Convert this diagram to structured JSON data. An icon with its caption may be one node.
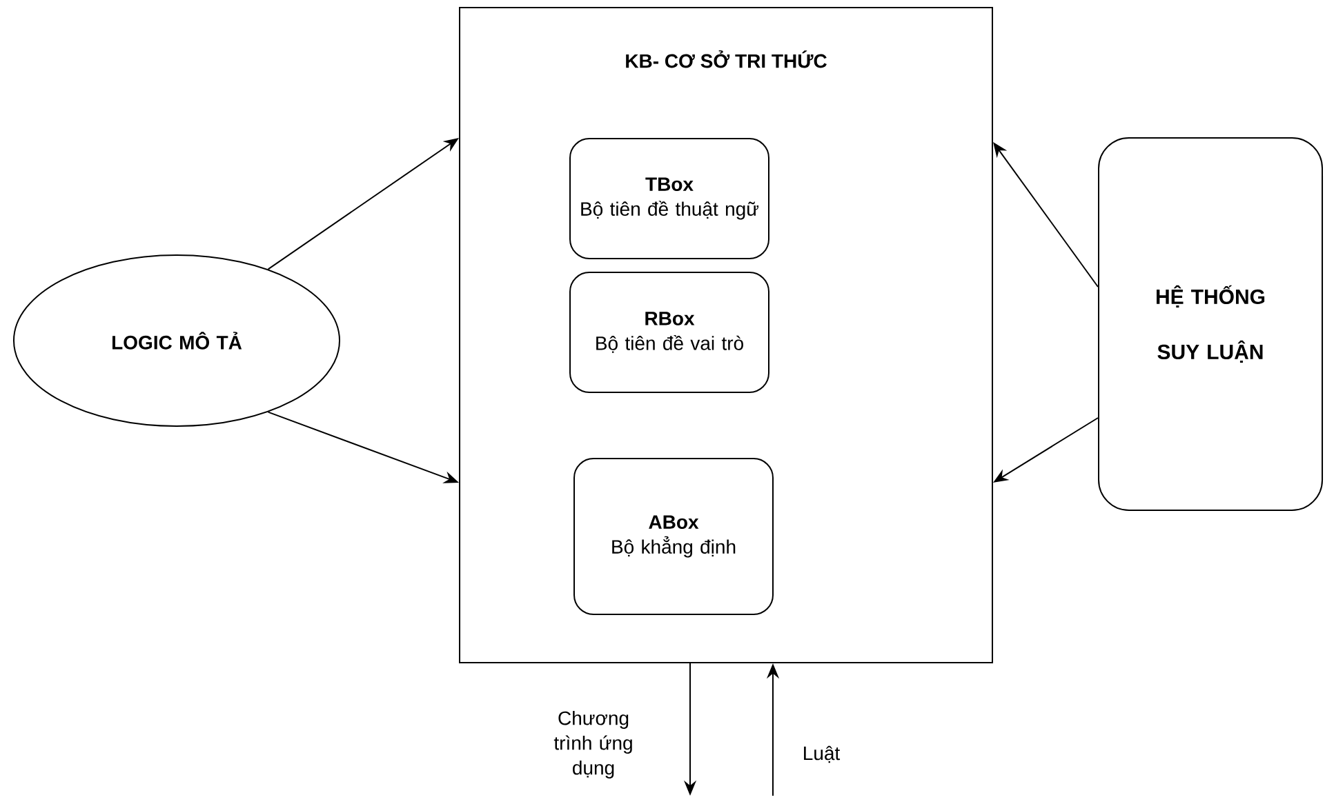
{
  "diagram": {
    "nodes": [
      {
        "text": [
          "KB- CƠ SỞ TRI THỨC"
        ]
      },
      {
        "text": [
          "TBox",
          "Bộ tiên đề thuật ngữ"
        ],
        "in": 0
      },
      {
        "text": [
          "RBox",
          "Bộ tiên đề vai trò"
        ],
        "in": 0
      },
      {
        "text": [
          "ABox",
          "Bộ khẳng định"
        ],
        "in": 0
      },
      {
        "text": [
          "LOGIC MÔ TẢ"
        ]
      },
      {
        "text": [
          "HỆ THỐNG SUY LUẬN"
        ]
      }
    ],
    "edges": [
      {
        "from": 4,
        "to": 0,
        "arrow": "to"
      },
      {
        "from": 4,
        "to": 0,
        "arrow": "to"
      },
      {
        "from": 5,
        "to": 0,
        "arrow": "to"
      },
      {
        "from": 5,
        "to": 0,
        "arrow": "to"
      },
      {
        "from": 0,
        "to": null,
        "arrow": "to",
        "label": "Chương trình ứng dụng"
      },
      {
        "from": null,
        "to": 0,
        "arrow": "to",
        "label": "Luật"
      }
    ]
  }
}
